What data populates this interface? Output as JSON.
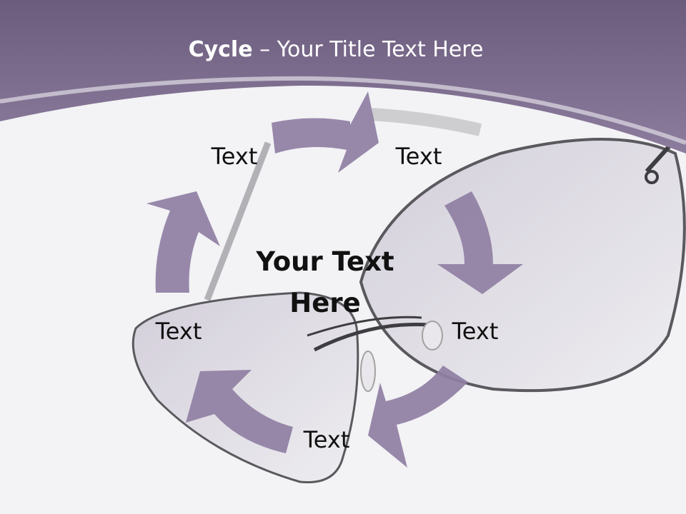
{
  "title": {
    "bold": "Cycle",
    "rest": " – Your Title Text Here"
  },
  "center": {
    "line1": "Your Text",
    "line2": "Here"
  },
  "cycle_labels": [
    "Text",
    "Text",
    "Text",
    "Text",
    "Text"
  ],
  "colors": {
    "header": "#7a6a8c",
    "arrow": "#8f7fa3",
    "background": "#f3f2f5"
  }
}
